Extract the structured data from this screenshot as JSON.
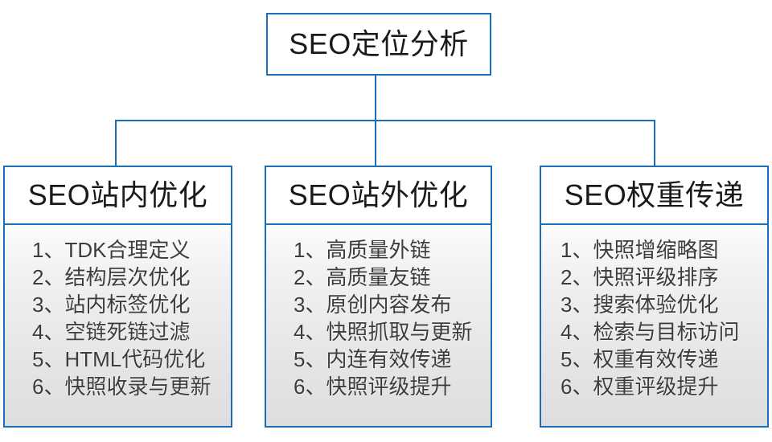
{
  "diagram": {
    "type": "hierarchy-tree",
    "accent_color": "#1a6fba",
    "text_color": "#3c3c3c",
    "title_color": "#1a1a1a",
    "root": {
      "label": "SEO定位分析"
    },
    "branches": [
      {
        "header": "SEO站内优化",
        "items": [
          "1、TDK合理定义",
          "2、结构层次优化",
          "3、站内标签优化",
          "4、空链死链过滤",
          "5、HTML代码优化",
          "6、快照收录与更新"
        ]
      },
      {
        "header": "SEO站外优化",
        "items": [
          "1、高质量外链",
          "2、高质量友链",
          "3、原创内容发布",
          "4、快照抓取与更新",
          "5、内连有效传递",
          "6、快照评级提升"
        ]
      },
      {
        "header": "SEO权重传递",
        "items": [
          "1、快照增缩略图",
          "2、快照评级排序",
          "3、搜索体验优化",
          "4、检索与目标访问",
          "5、权重有效传递",
          "6、权重评级提升"
        ]
      }
    ]
  }
}
